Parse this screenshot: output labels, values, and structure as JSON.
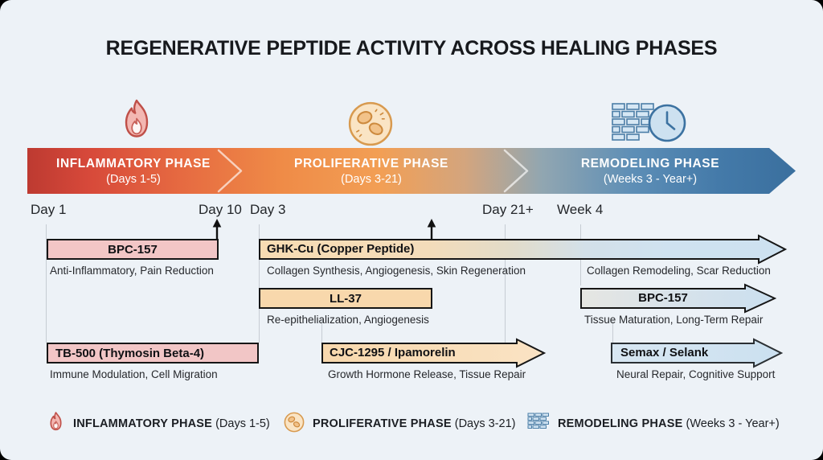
{
  "title": "REGENERATIVE PEPTIDE ACTIVITY ACROSS HEALING PHASES",
  "phases": [
    {
      "name": "INFLAMMATORY PHASE",
      "range": "(Days 1-5)",
      "icon": "flame-icon"
    },
    {
      "name": "PROLIFERATIVE PHASE",
      "range": "(Days 3-21)",
      "icon": "cell-icon"
    },
    {
      "name": "REMODELING PHASE",
      "range": "(Weeks 3 - Year+)",
      "icon": "bricks-clock-icon"
    }
  ],
  "timeline": {
    "labels": [
      "Day 1",
      "Day 10",
      "Day 3",
      "Day 21+",
      "Week 4"
    ],
    "marker_icon": "up-arrow-icon"
  },
  "bars": [
    {
      "label": "BPC-157",
      "desc": "Anti-Inflammatory, Pain Reduction",
      "phase": "inflammatory"
    },
    {
      "label": "GHK-Cu (Copper Peptide)",
      "desc": "Collagen Synthesis, Angiogenesis, Skin Regeneration",
      "desc2": "Collagen Remodeling, Scar Reduction",
      "phase": "proliferative-to-remodeling"
    },
    {
      "label": "LL-37",
      "desc": "Re-epithelialization, Angiogenesis",
      "phase": "proliferative"
    },
    {
      "label": "BPC-157",
      "desc": "Tissue Maturation, Long-Term Repair",
      "phase": "remodeling"
    },
    {
      "label": "TB-500 (Thymosin Beta-4)",
      "desc": "Immune Modulation, Cell Migration",
      "phase": "inflammatory"
    },
    {
      "label": "CJC-1295 / Ipamorelin",
      "desc": "Growth Hormone Release, Tissue Repair",
      "phase": "proliferative"
    },
    {
      "label": "Semax / Selank",
      "desc": "Neural Repair, Cognitive Support",
      "phase": "remodeling"
    }
  ],
  "legend": [
    {
      "name": "INFLAMMATORY PHASE",
      "range": "(Days 1-5)",
      "icon": "flame-icon"
    },
    {
      "name": "PROLIFERATIVE PHASE",
      "range": "(Days 3-21)",
      "icon": "cell-icon"
    },
    {
      "name": "REMODELING PHASE",
      "range": "(Weeks 3 - Year+)",
      "icon": "bricks-icon"
    }
  ],
  "colors": {
    "background": "#edf2f7",
    "banner_red": "#bd3a31",
    "banner_orange": "#f29f55",
    "banner_blue": "#3a6f9e",
    "inflammatory_bar": "#f2c6c6",
    "proliferative_bar": "#f8d8ac",
    "remodeling_bar": "#cfe2f1",
    "bar_outline": "#161616"
  }
}
